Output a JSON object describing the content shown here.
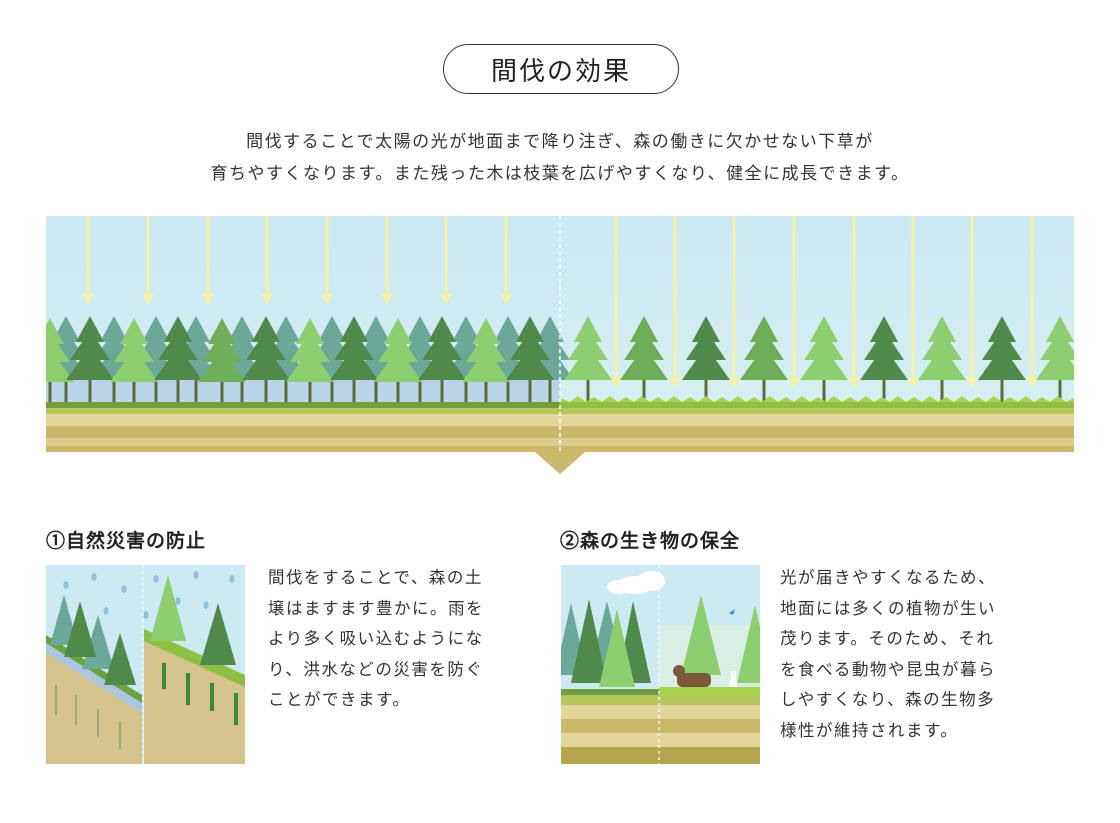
{
  "title": "間伐の効果",
  "lead": [
    "間伐することで太陽の光が地面まで降り注ぎ、森の働きに欠かせない下草が",
    "育ちやすくなります。また残った木は枝葉を広げやすくなり、健全に成長できます。"
  ],
  "sections": [
    {
      "title": "①自然災害の防止",
      "lines": [
        "間伐をすることで、森の土",
        "壌はますます豊かに。雨を",
        "より多く吸い込むようにな",
        "り、洪水などの災害を防ぐ",
        "ことができます。"
      ]
    },
    {
      "title": "②森の生き物の保全",
      "lines": [
        "光が届きやすくなるため、",
        "地面には多くの植物が生い",
        "茂ります。そのため、それ",
        "を食べる動物や昆虫が暮ら",
        "しやすくなり、森の生物多",
        "様性が維持されます。"
      ]
    }
  ],
  "colors": {
    "sky": "#cde9f2",
    "tree_dark": "#4f8a4a",
    "tree_mid": "#6fae58",
    "tree_light": "#8dcf6e",
    "tree_teal": "#6aa99a",
    "ground_green": "#8ec043",
    "soil": "#d9c98a",
    "soil_stripe": "#c7b45e",
    "sunray": "#f3ef9c"
  }
}
